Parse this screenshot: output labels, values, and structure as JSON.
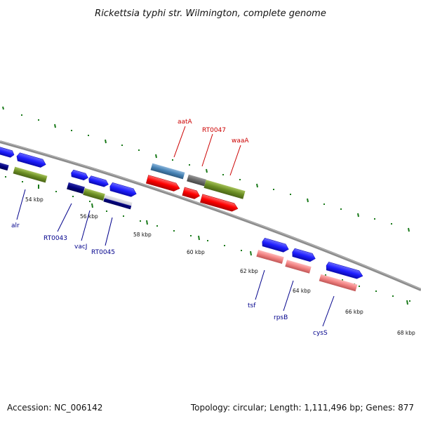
{
  "title": "Rickettsia typhi str. Wilmington, complete genome",
  "footer": {
    "accession": "Accession: NC_006142",
    "topology": "Topology: circular; Length: 1,111,496 bp; Genes: 877"
  },
  "ticks": [
    "54 kbp",
    "56 kbp",
    "58 kbp",
    "60 kbp",
    "62 kbp",
    "64 kbp",
    "66 kbp",
    "68 kbp"
  ],
  "gene_labels": {
    "aatA": "aatA",
    "RT0047": "RT0047",
    "waaA": "waaA",
    "alr": "alr",
    "RT0043": "RT0043",
    "vacJ": "vacJ",
    "RT0045": "RT0045",
    "tsf": "tsf",
    "rpsB": "rpsB",
    "cysS": "cysS"
  },
  "colors": {
    "backbone": "#8c8c8c",
    "tick": "#1a7a1a",
    "forward_cds": "#1e1eff",
    "dark_cds": "#000080",
    "olive_cds": "#6b8e23",
    "steel_cds": "#4682b4",
    "red_cds": "#ff0000",
    "pink_cds": "#f08080",
    "gray_cds": "#696969",
    "label_blue": "#00008b",
    "label_red": "#cc0000"
  }
}
